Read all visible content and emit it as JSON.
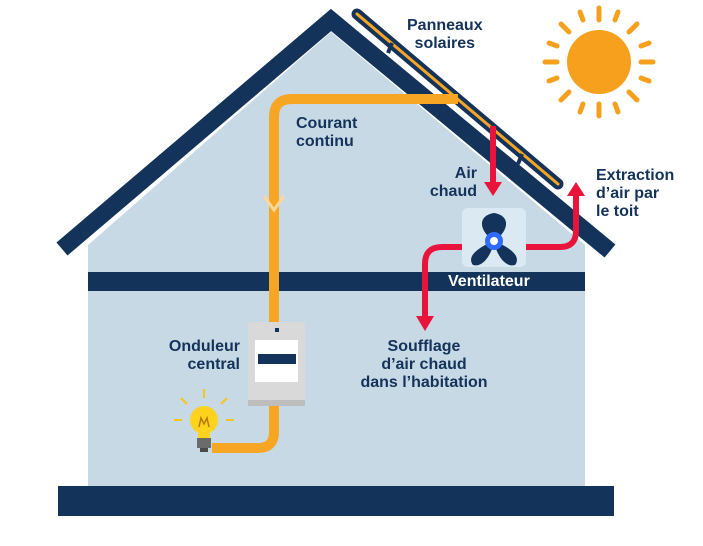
{
  "colors": {
    "navy": "#14335a",
    "wall": "#c7d9e5",
    "orange": "#f7a623",
    "red": "#e8143c",
    "sun": "#f7a01d",
    "ventilator_bg": "#dbe9f3",
    "ventilator_blue": "#2f6bff"
  },
  "icons": [
    "sun-icon",
    "solar-panel-icon",
    "fan-icon",
    "light-bulb-icon",
    "inverter-icon"
  ],
  "labels": {
    "panneaux": [
      "Panneaux",
      "solaires"
    ],
    "courant": [
      "Courant",
      "continu"
    ],
    "air_chaud": [
      "Air",
      "chaud"
    ],
    "extraction": [
      "Extraction",
      "d’air par",
      "le toit"
    ],
    "ventilateur": "Ventilateur",
    "onduleur": [
      "Onduleur",
      "central"
    ],
    "soufflage": [
      "Soufflage",
      "d’air chaud",
      "dans l’habitation"
    ]
  }
}
